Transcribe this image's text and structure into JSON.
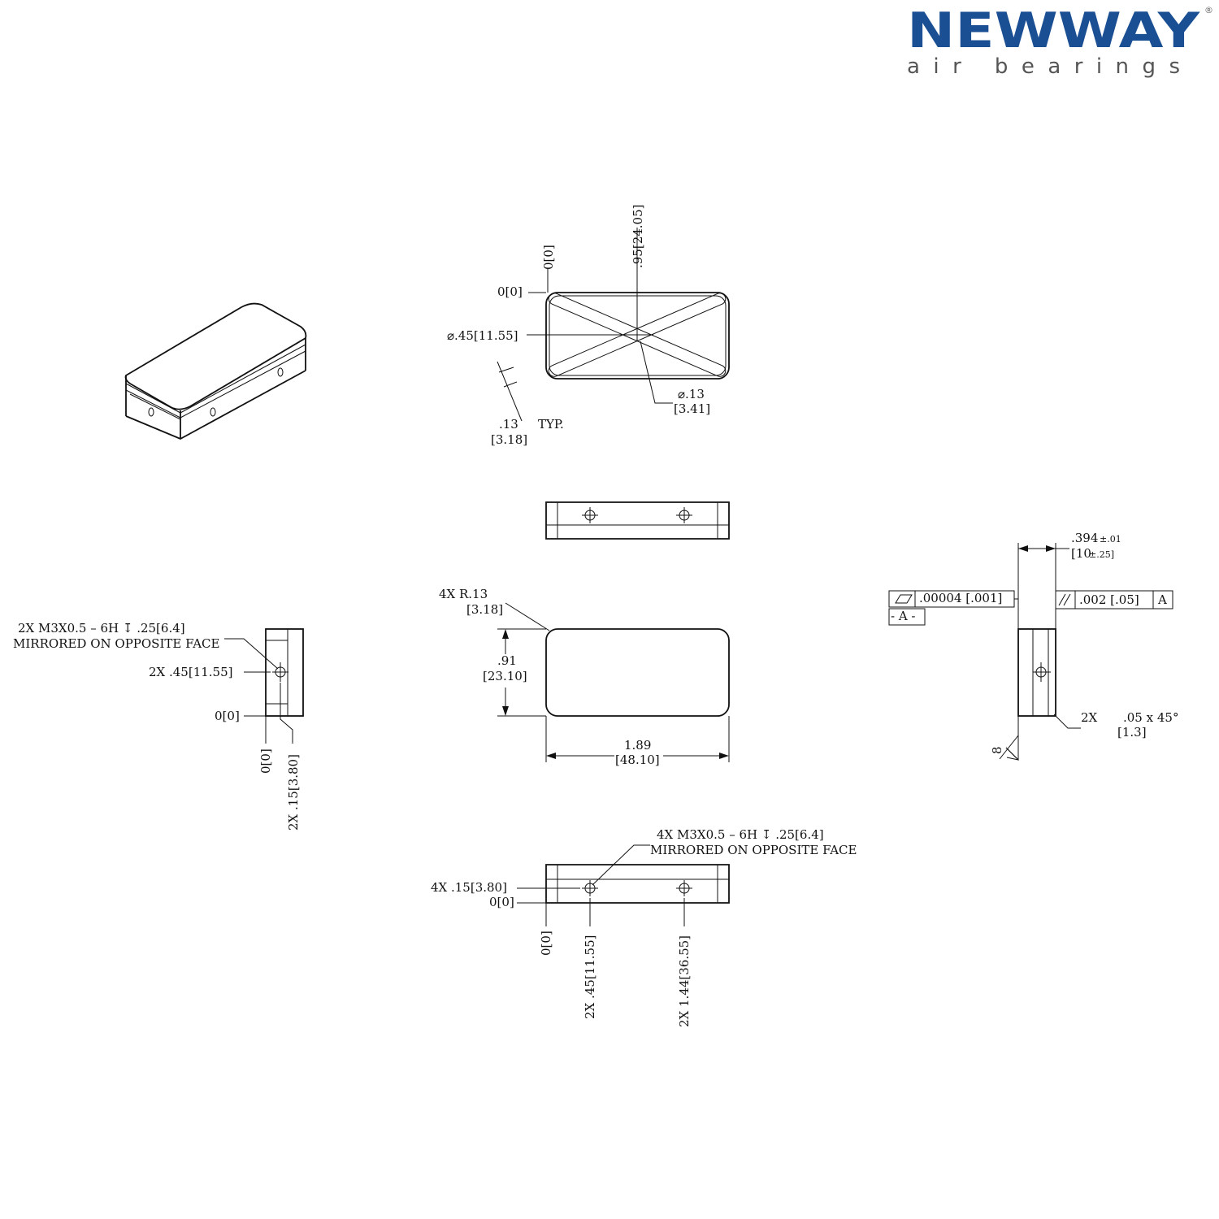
{
  "logo": {
    "brand": "NEWWAY",
    "tagline": "air bearings",
    "registered": "®"
  },
  "top_view": {
    "origin_x": "0[0]",
    "center_x": ".95[24.05]",
    "origin_y": "0[0]",
    "center_y": "⌀.45[11.55]",
    "groove_width": ".13",
    "groove_width_mm": "[3.18]",
    "typ": "TYP.",
    "orifice_dia": "⌀.13",
    "orifice_dia_mm": "[3.41]"
  },
  "front_view": {
    "corner_radius": "4X   R.13",
    "corner_radius_mm": "[3.18]",
    "height": ".91",
    "height_mm": "[23.10]",
    "width": "1.89",
    "width_mm": "[48.10]"
  },
  "left_view": {
    "thread_note": "2X  M3X0.5  –  6H  ↧  .25[6.4]",
    "mirrored_note": "MIRRORED  ON  OPPOSITE  FACE",
    "hole_height": "2X  .45[11.55]",
    "origin_y": "0[0]",
    "origin_x": "0[0]",
    "hole_x": "2X  .15[3.80]"
  },
  "bottom_view": {
    "thread_note": "4X  M3X0.5  –  6H  ↧  .25[6.4]",
    "mirrored_note": "MIRRORED  ON  OPPOSITE  FACE",
    "hole_y": "4X  .15[3.80]",
    "origin_y": "0[0]",
    "origin_x": "0[0]",
    "hole_x1": "2X  .45[11.55]",
    "hole_x2": "2X  1.44[36.55]"
  },
  "right_view": {
    "thickness": ".394",
    "thickness_tol": "±.01",
    "thickness_mm": "[10",
    "thickness_mm_tol": "±.25]",
    "flatness": ".00004  [.001]",
    "datum": "- A -",
    "parallelism": ".002  [.05]",
    "parallel_datum": "A",
    "chamfer_qty": "2X",
    "chamfer": ".05   x  45°",
    "chamfer_mm": "[1.3]",
    "finish": "8"
  }
}
